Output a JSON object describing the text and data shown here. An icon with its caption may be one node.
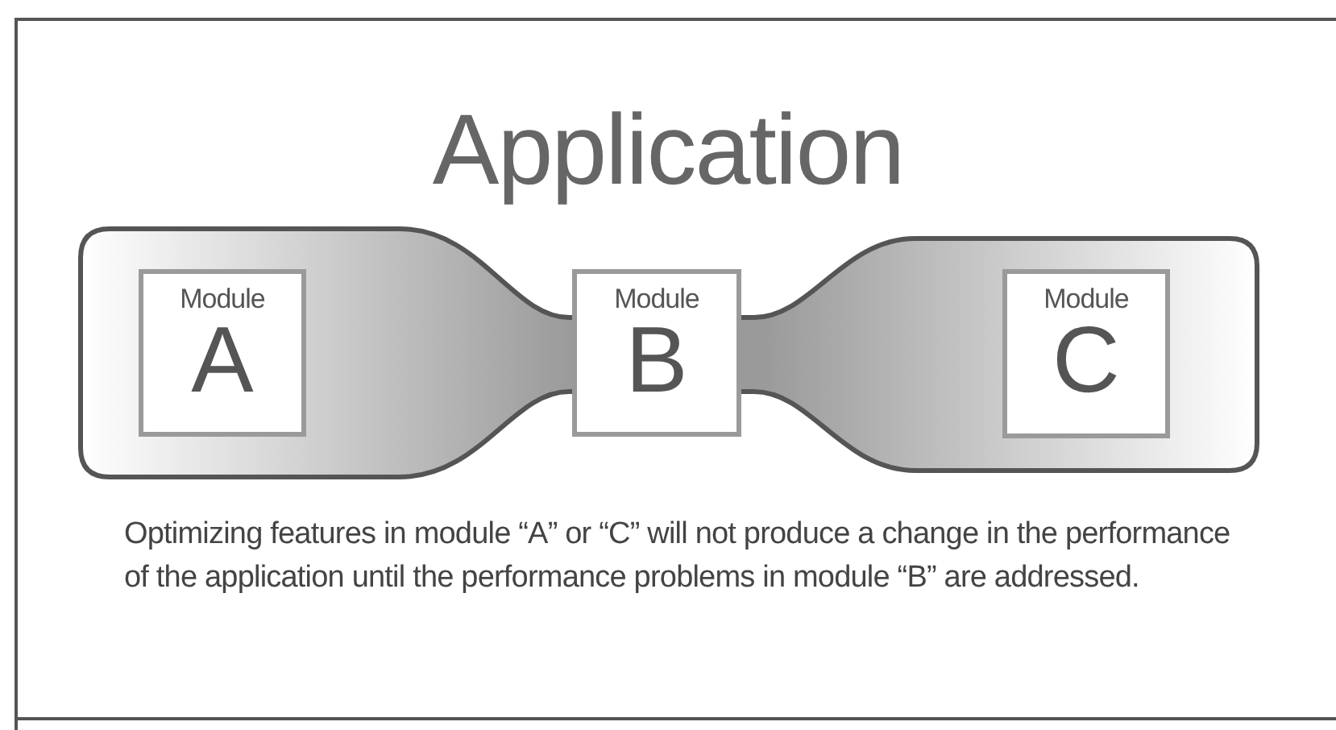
{
  "diagram": {
    "title": "Application",
    "nodes": [
      {
        "text": [],
        "shape": "band"
      },
      {
        "text": [
          "Module",
          "A"
        ],
        "in": 0
      },
      {
        "text": [
          "Module",
          "B"
        ],
        "in": 0
      },
      {
        "text": [
          "Module",
          "C"
        ],
        "in": 0
      }
    ],
    "caption": "Optimizing features in module “A” or “C” will not produce a change in the performance of the application until the performance problems in module “B” are addressed."
  }
}
